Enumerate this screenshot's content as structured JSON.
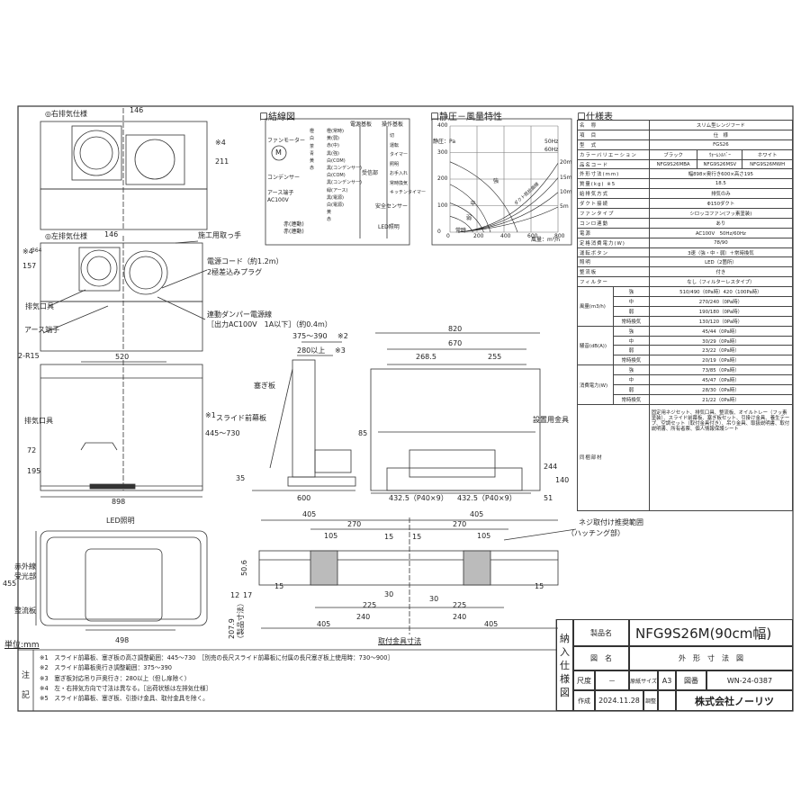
{
  "sections": {
    "wiring": "口結線図",
    "pq": "口静圧－風量特性",
    "spec": "口仕様表"
  },
  "views": {
    "right_exhaust": "◎右排気仕様",
    "left_exhaust": "◎左排気仕様",
    "d146a": "146",
    "d211": "211",
    "note4a": "※4",
    "d146b": "146",
    "d157": "157",
    "d364": "364",
    "note4b": "※4",
    "handle": "施工用取っ手",
    "cord1": "電源コード（約1.2m）",
    "cord2": "2極差込みプラグ",
    "exhaust_fitting": "排気口具",
    "earth": "アース端子",
    "damper1": "連動ダンパー電源線",
    "damper2": "［出力AC100V　1A以下］（約0.4m）",
    "r15": "2-R15",
    "d520": "520",
    "exhaust_fitting2": "排気口具",
    "slide_panel": "スライド前幕板",
    "cover_plate": "塞ぎ板",
    "d72": "72",
    "d195": "195",
    "d445": "445～730",
    "note1": "※1",
    "d898": "898",
    "d35": "35",
    "d375": "375～390",
    "note2": "※2",
    "d280": "280以上",
    "note3": "※3",
    "d600": "600",
    "d820": "820",
    "d670": "670",
    "d268": "268.5",
    "d255": "255",
    "d85": "85",
    "bracket": "設置用金具",
    "d244": "244",
    "d140": "140",
    "d51": "51",
    "p1": "432.5（P40×9）",
    "p2": "432.5（P40×9）",
    "led": "LED照明",
    "ir1": "赤外線",
    "ir2": "受光部",
    "rectifier": "整流板",
    "d455": "455",
    "d498": "498",
    "d207": "207.9",
    "d207b": "（製品寸法）",
    "unit": "単位:mm"
  },
  "mount": {
    "d405a": "405",
    "d405b": "405",
    "d270a": "270",
    "d270b": "270",
    "d105a": "105",
    "d105b": "105",
    "d15a": "15",
    "d15b": "15",
    "d50": "50.6",
    "d12": "12",
    "d17": "17",
    "d15c": "15",
    "d15d": "15",
    "d30a": "30",
    "d30b": "30",
    "d225a": "225",
    "d225b": "225",
    "d240a": "240",
    "d240b": "240",
    "d405c": "405",
    "d405d": "405",
    "screw1": "ネジ取付け推奨範囲",
    "screw2": "（ハッチング部）",
    "title": "取付金具寸法"
  },
  "wiring": {
    "motor": "ファンモーター",
    "m": "M",
    "power_board": "電源基板",
    "op_board": "操作基板",
    "left_wires": [
      "橙",
      "白",
      "茶",
      "青",
      "黄",
      "赤"
    ],
    "right_wires": [
      "橙(常時)",
      "黄(弱)",
      "赤(中)",
      "黒(強)",
      "白(COM)",
      "黒(コンデンサー)",
      "白(COM)",
      "黒(コンデンサー)",
      "緑(アース)",
      "黒(電源)",
      "白(電源)",
      "黄",
      "赤"
    ],
    "capacitor": "コンデンサー",
    "earth": "アース端子",
    "ac": "AC100V",
    "interlock": [
      "赤(連動)",
      "赤(連動)"
    ],
    "ops": [
      "切",
      "運転",
      "タイマー",
      "照明",
      "お手入れ",
      "常時換気",
      "キッチンタイマー"
    ],
    "receiver": "受信部",
    "safety": "安全センサー",
    "led": "LED照明"
  },
  "chart_data": {
    "type": "line",
    "ylabel": "静圧：Pa",
    "xlabel": "風量：m³/h",
    "xlim": [
      0,
      800
    ],
    "ylim": [
      0,
      400
    ],
    "xticks": [
      "0",
      "200",
      "400",
      "600",
      "800"
    ],
    "yticks": [
      "0",
      "100",
      "200",
      "300",
      "400"
    ],
    "legend": [
      "50Hz",
      "60Hz"
    ],
    "legend_position": "top-right",
    "grid": true,
    "curve_labels": [
      "強",
      "中",
      "弱",
      "常時"
    ],
    "duct_label": "ダクト抵抗曲線",
    "duct_lengths": [
      "20m",
      "15m",
      "10m",
      "5m"
    ]
  },
  "spec": {
    "rows": [
      [
        "名　称",
        "スリム型レンジフード"
      ],
      [
        "項　目",
        "仕　様"
      ],
      [
        "型　式",
        "FGS26"
      ]
    ],
    "color": {
      "label": "カラーバリエーション",
      "values": [
        "ブラック",
        "ｳｫｰﾑｼﾙﾊﾞｰ",
        "ホワイト"
      ]
    },
    "code": {
      "label": "品名コード",
      "values": [
        "NFG9S26MBA",
        "NFG9S26MSV",
        "NFG9S26MWH"
      ]
    },
    "rows2": [
      [
        "外形寸法(mm)",
        "幅898×奥行き600×高さ195"
      ],
      [
        "質量(kg) ※5",
        "18.5"
      ],
      [
        "給排気方式",
        "排気のみ"
      ],
      [
        "ダクト接続",
        "Φ150ダクト"
      ],
      [
        "ファンタイプ",
        "シロッコファン(フッ素塗装)"
      ],
      [
        "コンロ連動",
        "あり"
      ],
      [
        "電源",
        "AC100V　50Hz/60Hz"
      ],
      [
        "定格消費電力(W)",
        "78/90"
      ],
      [
        "運転ボタン",
        "3速（強・中・弱）＋常時換気"
      ],
      [
        "照明",
        "LED（2箇所）"
      ],
      [
        "整流板",
        "付き"
      ],
      [
        "フィルター",
        "なし（フィルターレスタイプ）"
      ]
    ],
    "airflow": {
      "label": "風量(m3/h)",
      "modes": [
        "強",
        "中",
        "弱",
        "常時換気"
      ],
      "values": [
        "510/490（0Pa時）420（100Pa時）",
        "270/240（0Pa時）",
        "190/180（0Pa時）",
        "130/120（0Pa時）"
      ]
    },
    "noise": {
      "label": "騒音(dB(A))",
      "modes": [
        "強",
        "中",
        "弱",
        "常時換気"
      ],
      "values": [
        "45/44（0Pa時）",
        "30/29（0Pa時）",
        "23/22（0Pa時）",
        "20/19（0Pa時）"
      ]
    },
    "power": {
      "label": "消費電力(W)",
      "modes": [
        "強",
        "中",
        "弱",
        "常時換気"
      ],
      "values": [
        "73/85（0Pa時）",
        "45/47（0Pa時）",
        "28/30（0Pa時）",
        "21/22（0Pa時）"
      ]
    },
    "included": {
      "label": "同梱部材",
      "value": "固定用ネジセット、排気口具、整流板、オイルトレー（フッ素塗装）、スライド前幕板、塞ぎ板セット、引掛け金具、養生テープ、空調セット（取付金具付き）、吊り金具、取扱説明書、取付説明書、所有者票、個人情報保護シート"
    }
  },
  "notes": {
    "heading": "注記",
    "items": [
      "※1　スライド前幕板、塞ぎ板の高さ調整範囲：445～730　［別売の長尺スライド前幕板に付属の長尺塞ぎ板上使用時：730～900］",
      "※2　スライド前幕板奥行き調整範囲：375～390",
      "※3　塞ぎ板対応吊り戸奥行き：280以上（但し扉除く）",
      "※4　左・右排気方向で寸法は異なる。［出荷状態は左排気仕様］",
      "※5　スライド前幕板、塞ぎ板、引掛け金具、取付金具を除く。"
    ]
  },
  "titleblock": {
    "side": "納入仕様図",
    "product_label": "製品名",
    "product": "NFG9S26M(90cm幅)",
    "drawing_label": "図　名",
    "drawing": "外　形　寸　法　図",
    "scale_label": "尺度",
    "scale": "－",
    "paper_label": "原紙サイズ",
    "paper": "A3",
    "number_label": "図番",
    "number": "WN-24-0387",
    "created_label": "作成",
    "created": "2024.11.28",
    "adjusted_label": "調整",
    "company": "株式会社ノーリツ"
  }
}
